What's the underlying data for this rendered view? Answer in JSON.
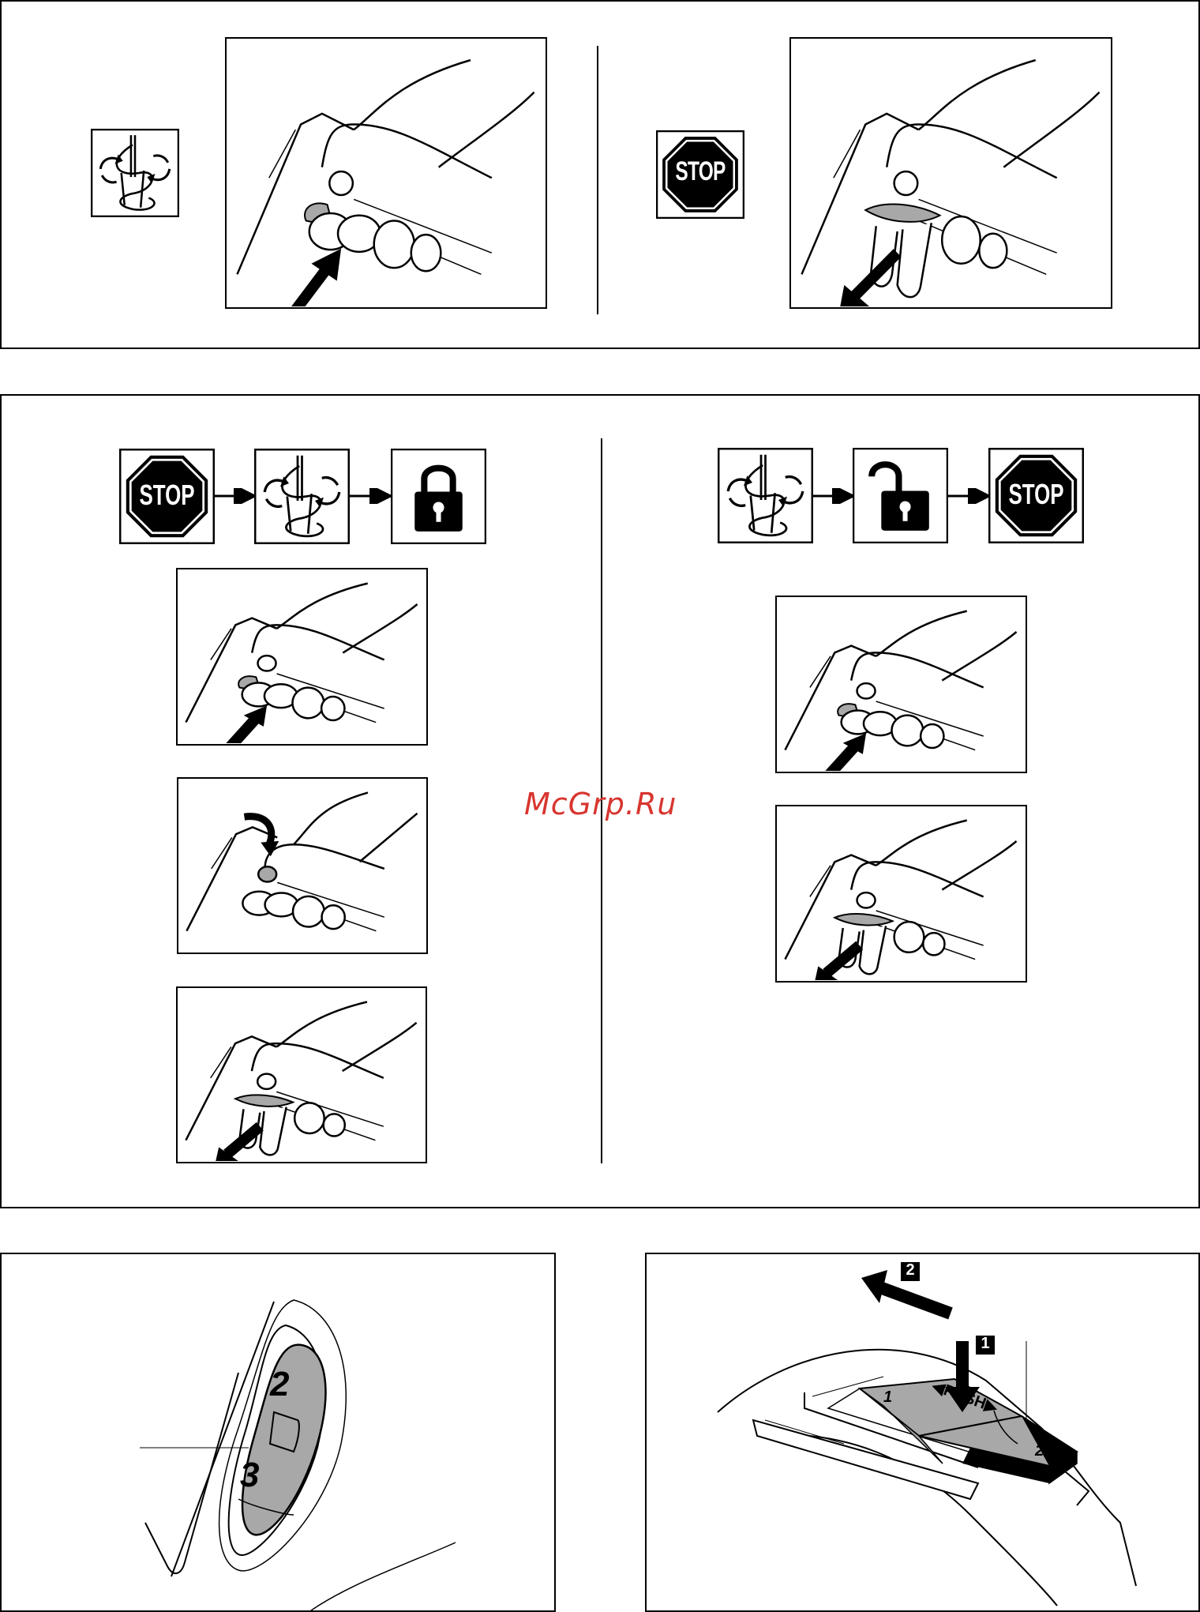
{
  "icons": {
    "mixer": "mixer-paddle-icon",
    "stop": "stop-sign-icon",
    "lock": "padlock-closed-icon",
    "unlock": "padlock-open-icon"
  },
  "labels": {
    "stop_text": "STOP",
    "push_text": "PUSH",
    "step_one": "1",
    "step_two": "2",
    "gear_two": "2",
    "gear_three": "3",
    "slide_one": "1",
    "slide_two": "2"
  },
  "watermark": "McGrp.Ru",
  "colors": {
    "ink": "#000000",
    "shade": "#a8a8a8",
    "watermark": "#d8352f"
  }
}
